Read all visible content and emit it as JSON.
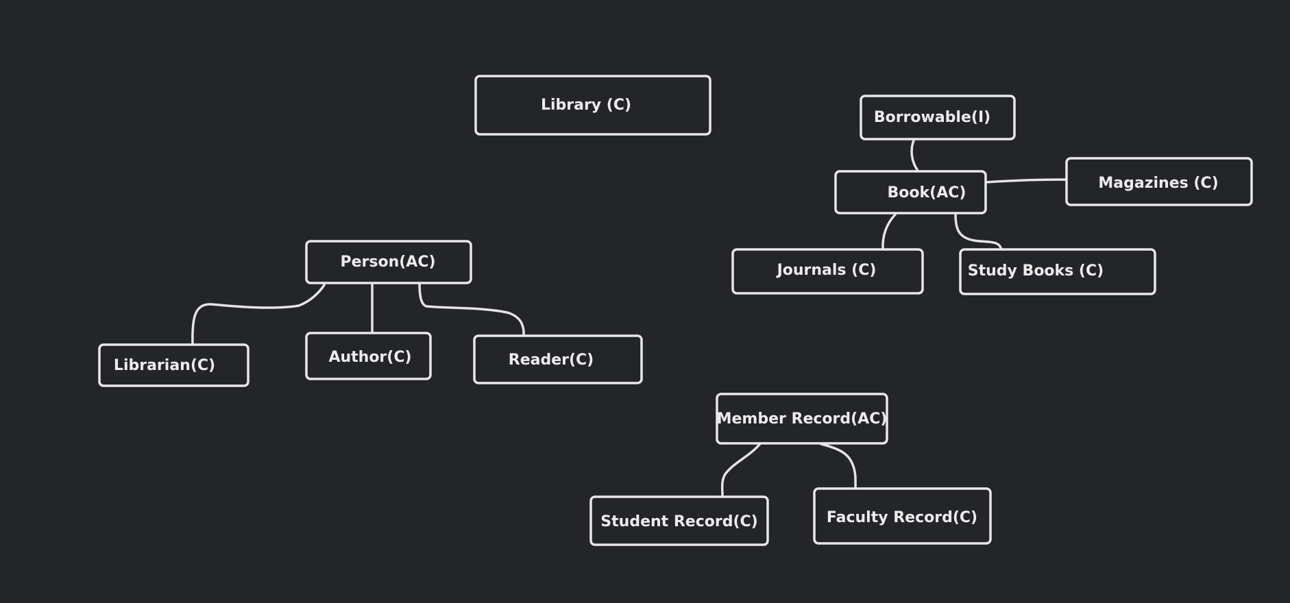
{
  "diagram": {
    "nodes": {
      "library": "Library (C)",
      "borrowable": "Borrowable(I)",
      "book": "Book(AC)",
      "magazines": "Magazines (C)",
      "journals": "Journals (C)",
      "study_books": "Study Books (C)",
      "person": "Person(AC)",
      "librarian": "Librarian(C)",
      "author": "Author(C)",
      "reader": "Reader(C)",
      "member_record": "Member Record(AC)",
      "student_record": "Student Record(C)",
      "faculty_record": "Faculty Record(C)"
    },
    "colors": {
      "background": "#232529",
      "stroke": "#e8e8e8",
      "text": "#ececec"
    }
  }
}
